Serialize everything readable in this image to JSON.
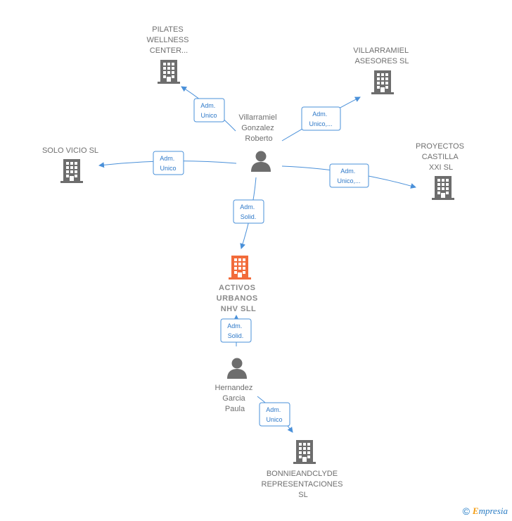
{
  "nodes": {
    "pilates": {
      "lines": [
        "PILATES",
        "WELLNESS",
        "CENTER..."
      ]
    },
    "villarramiel_asesores": {
      "lines": [
        "VILLARRAMIEL",
        "ASESORES SL"
      ]
    },
    "solo_vicio": {
      "lines": [
        "SOLO VICIO SL"
      ]
    },
    "proyectos_castilla": {
      "lines": [
        "PROYECTOS",
        "CASTILLA",
        "XXI  SL"
      ]
    },
    "person_villarramiel": {
      "lines": [
        "Villarramiel",
        "Gonzalez",
        "Roberto"
      ]
    },
    "activos": {
      "lines": [
        "ACTIVOS",
        "URBANOS",
        "NHV  SLL"
      ]
    },
    "person_hernandez": {
      "lines": [
        "Hernandez",
        "Garcia",
        "Paula"
      ]
    },
    "bonnie": {
      "lines": [
        "BONNIEANDCLYDE",
        "REPRESENTACIONES",
        "SL"
      ]
    }
  },
  "edges": {
    "to_pilates": {
      "lines": [
        "Adm.",
        "Unico"
      ]
    },
    "to_asesores": {
      "lines": [
        "Adm.",
        "Unico,..."
      ]
    },
    "to_solo_vicio": {
      "lines": [
        "Adm.",
        "Unico"
      ]
    },
    "to_proyectos": {
      "lines": [
        "Adm.",
        "Unico,..."
      ]
    },
    "to_activos": {
      "lines": [
        "Adm.",
        "Solid."
      ]
    },
    "hernandez_activos": {
      "lines": [
        "Adm.",
        "Solid."
      ]
    },
    "to_bonnie": {
      "lines": [
        "Adm.",
        "Unico"
      ]
    }
  },
  "colors": {
    "building": "#6d6d6d",
    "building_main": "#f26b3a",
    "person": "#6d6d6d",
    "edge": "#4a90d9"
  },
  "footer": {
    "copyright": "©",
    "brand_initial": "E",
    "brand_rest": "mpresia"
  }
}
